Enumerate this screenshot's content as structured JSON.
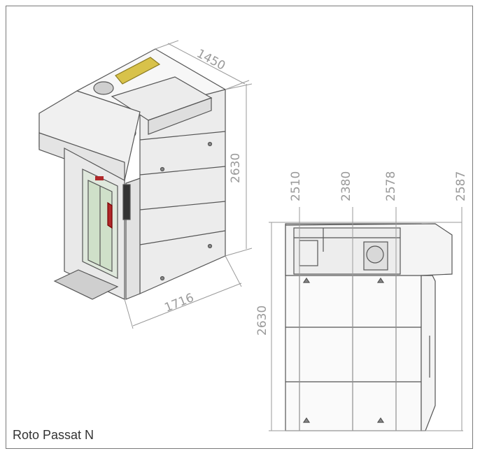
{
  "caption": "Roto Passat N",
  "iso": {
    "dim_width": "1450",
    "dim_height": "2630",
    "dim_depth": "1716"
  },
  "side": {
    "dim_a": "2510",
    "dim_b": "2380",
    "dim_c": "2578",
    "dim_d": "2587",
    "dim_height": "2630"
  },
  "colors": {
    "line": "#555555",
    "dim": "#9a9a9a",
    "accent_yellow": "#d8c24a",
    "accent_red": "#b0282a"
  }
}
